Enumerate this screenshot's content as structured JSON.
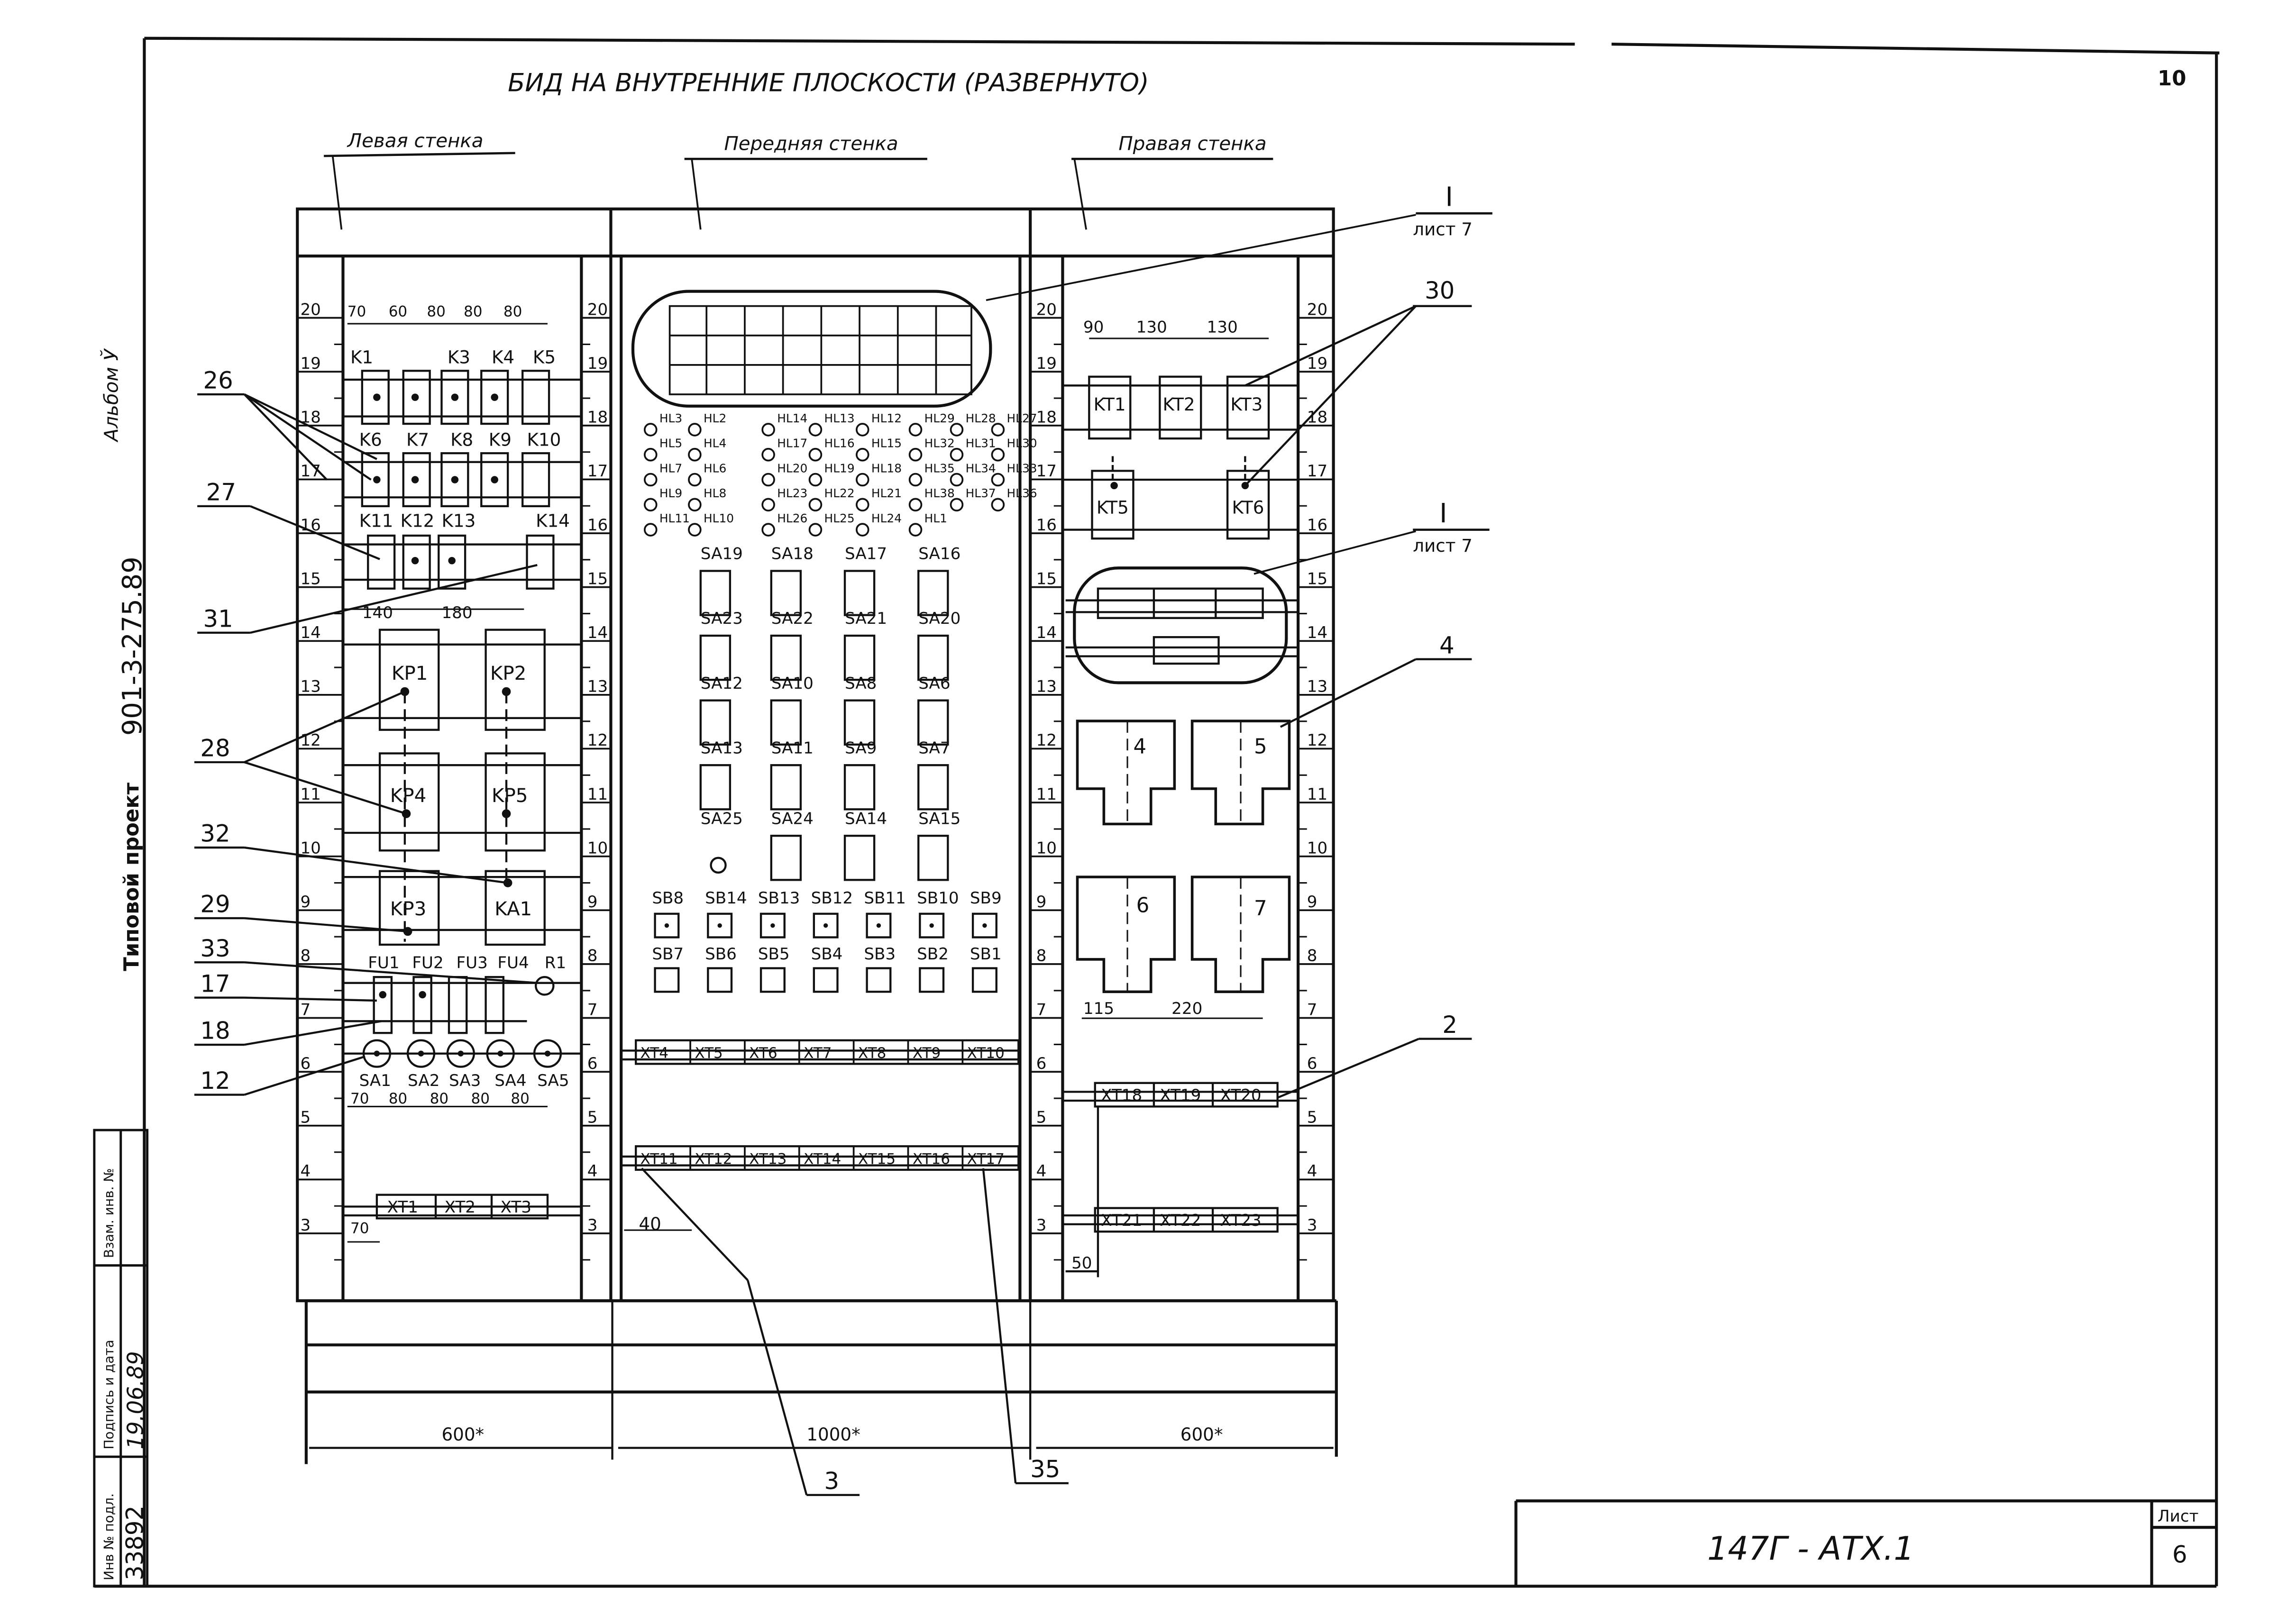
{
  "header": {
    "title": "БИД НА ВНУТРЕННИЕ ПЛОСКОСТИ (РАЗВЕРНУТО)",
    "page_number": "10"
  },
  "walls": {
    "left": "Левая стенка",
    "front": "Передняя стенка",
    "right": "Правая стенка"
  },
  "view_refs": {
    "top_roman": "I",
    "top_sheet": "лист 7",
    "mid_roman": "I",
    "mid_sheet": "лист 7"
  },
  "side_stamp": {
    "album": "Альбом Ў",
    "project_number": "901-3-275.89",
    "project_type": "Типовой проект"
  },
  "scale_ticks": [
    "20",
    "19",
    "18",
    "17",
    "16",
    "15",
    "14",
    "13",
    "12",
    "11",
    "10",
    "9",
    "8",
    "7",
    "6",
    "5",
    "4",
    "3"
  ],
  "left_wall": {
    "dims_top": [
      "70",
      "60",
      "80",
      "80",
      "80"
    ],
    "relay_row1": [
      "K1",
      "K3",
      "K4",
      "K5"
    ],
    "relay_row2": [
      "K6",
      "K7",
      "K8",
      "K9",
      "K10"
    ],
    "relay_row3": [
      "K11",
      "K12",
      "K13",
      "K14"
    ],
    "dims_kp": [
      "140",
      "180"
    ],
    "kp": [
      "KP1",
      "KP2",
      "KP4",
      "KP5",
      "KP3",
      "KA1"
    ],
    "fuses": [
      "FU1",
      "FU2",
      "FU3",
      "FU4",
      "R1"
    ],
    "switches": [
      "SA1",
      "SA2",
      "SA3",
      "SA4",
      "SA5"
    ],
    "dims_sa": [
      "70",
      "80",
      "80",
      "80",
      "80"
    ],
    "terminals": [
      "XT1",
      "XT2",
      "XT3"
    ],
    "dim_bottom": "70"
  },
  "front_wall": {
    "lamps_col1": [
      "HL3",
      "HL2",
      "HL5",
      "HL4",
      "HL7",
      "HL6",
      "HL9",
      "HL8",
      "HL11",
      "HL10"
    ],
    "lamps_col2": [
      "HL14",
      "HL13",
      "HL12",
      "HL17",
      "HL16",
      "HL15",
      "HL20",
      "HL19",
      "HL18",
      "HL23",
      "HL22",
      "HL21",
      "HL26",
      "HL25",
      "HL24"
    ],
    "lamps_col3": [
      "HL29",
      "HL28",
      "HL27",
      "HL32",
      "HL31",
      "HL30",
      "HL35",
      "HL34",
      "HL33",
      "HL38",
      "HL37",
      "HL36",
      "HL1"
    ],
    "sa_row1": [
      "SA19",
      "SA18",
      "SA17",
      "SA16"
    ],
    "sa_row2": [
      "SA23",
      "SA22",
      "SA21",
      "SA20"
    ],
    "sa_row3": [
      "SA12",
      "SA10",
      "SA8",
      "SA6"
    ],
    "sa_row4": [
      "SA13",
      "SA11",
      "SA9",
      "SA7"
    ],
    "sa_row5": [
      "SA25",
      "SA24",
      "SA14",
      "SA15"
    ],
    "sb_row1": [
      "SB8",
      "SB14",
      "SB13",
      "SB12",
      "SB11",
      "SB10",
      "SB9"
    ],
    "sb_row2": [
      "SB7",
      "SB6",
      "SB5",
      "SB4",
      "SB3",
      "SB2",
      "SB1"
    ],
    "xt_row1": [
      "XT4",
      "XT5",
      "XT6",
      "XT7",
      "XT8",
      "XT9",
      "XT10"
    ],
    "xt_row2": [
      "XT11",
      "XT12",
      "XT13",
      "XT14",
      "XT15",
      "XT16",
      "XT17"
    ],
    "dim_bottom": "40"
  },
  "right_wall": {
    "dims_top": [
      "90",
      "130",
      "130"
    ],
    "kt_row1": [
      "KT1",
      "KT2",
      "KT3"
    ],
    "kt_row2": [
      "KT5",
      "KT6"
    ],
    "blocks": [
      "4",
      "5",
      "6",
      "7"
    ],
    "dims_mid": [
      "115",
      "220"
    ],
    "xt_row1": [
      "XT18",
      "XT19",
      "XT20"
    ],
    "xt_row2": [
      "XT21",
      "XT22",
      "XT23"
    ],
    "dim_bottom": "50"
  },
  "callouts": [
    "30",
    "26",
    "27",
    "31",
    "28",
    "32",
    "29",
    "33",
    "17",
    "18",
    "12",
    "4",
    "2",
    "3",
    "35"
  ],
  "overall_dims": [
    "600*",
    "1000*",
    "600*"
  ],
  "stamp": {
    "inv_label": "Инв № подл.",
    "sign_label": "Подпись и дата",
    "replace_label": "Взам. инв. №",
    "inv_value": "33892",
    "sign_value": "19.06.89",
    "doc_code": "147Г - АТХ.1",
    "sheet_label": "Лист",
    "sheet_value": "6"
  }
}
